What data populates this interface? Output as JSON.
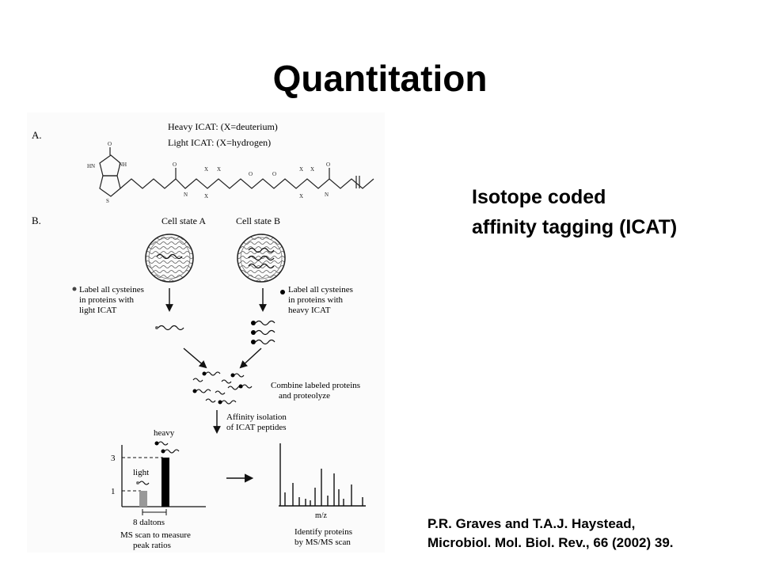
{
  "slide": {
    "title": "Quantitation",
    "headline_line1": "Isotope coded",
    "headline_line2": "affinity tagging (ICAT)",
    "citation_line1": "P.R. Graves and T.A.J. Haystead,",
    "citation_line2": "Microbiol. Mol. Biol. Rev., 66 (2002) 39."
  },
  "figure": {
    "panel_a_label": "A.",
    "heavy_line": "Heavy ICAT: (X=deuterium)",
    "light_line": "Light ICAT:   (X=hydrogen)",
    "panel_b_label": "B.",
    "cell_a": "Cell state A",
    "cell_b": "Cell state B",
    "label_light": [
      "Label all cysteines",
      "in proteins with",
      "light ICAT"
    ],
    "label_heavy": [
      "Label all cysteines",
      "in proteins with",
      "heavy ICAT"
    ],
    "combine": [
      "Combine labeled proteins",
      "and proteolyze"
    ],
    "affinity": [
      "Affinity isolation",
      "of ICAT peptides"
    ],
    "heavy": "heavy",
    "light": "light",
    "tick_3": "3",
    "tick_1": "1",
    "daltons": "8 daltons",
    "ms_scan": [
      "MS scan to measure",
      "peak ratios"
    ],
    "mz": "m/z",
    "identify": [
      "Identify proteins",
      "by MS/MS scan"
    ]
  }
}
